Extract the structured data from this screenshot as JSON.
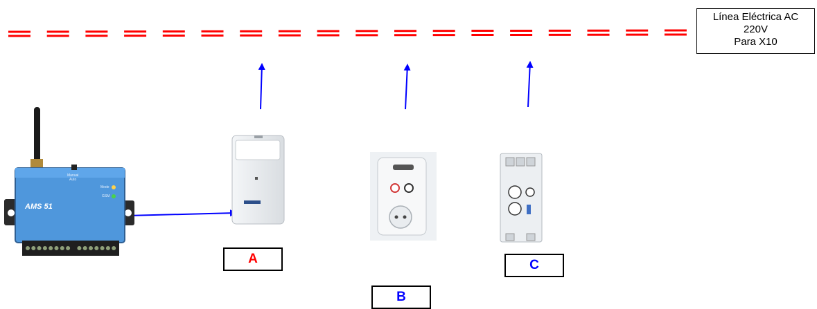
{
  "ac_line": {
    "line1": "Línea Eléctrica AC",
    "line2": "220V",
    "line3": "Para X10"
  },
  "controller": {
    "model": "AMS 51",
    "label_manual": "Manual",
    "label_auto": "Auto",
    "label_mode": "Mode",
    "label_gsm": "GSM"
  },
  "modules": {
    "a": "A",
    "b": "B",
    "c": "C"
  },
  "colors": {
    "power_line": "#ff0000",
    "arrows": "#0000ff",
    "tag_a": "#ff0000",
    "tag_bc": "#0000ff",
    "controller_body": "#4f97dc"
  }
}
